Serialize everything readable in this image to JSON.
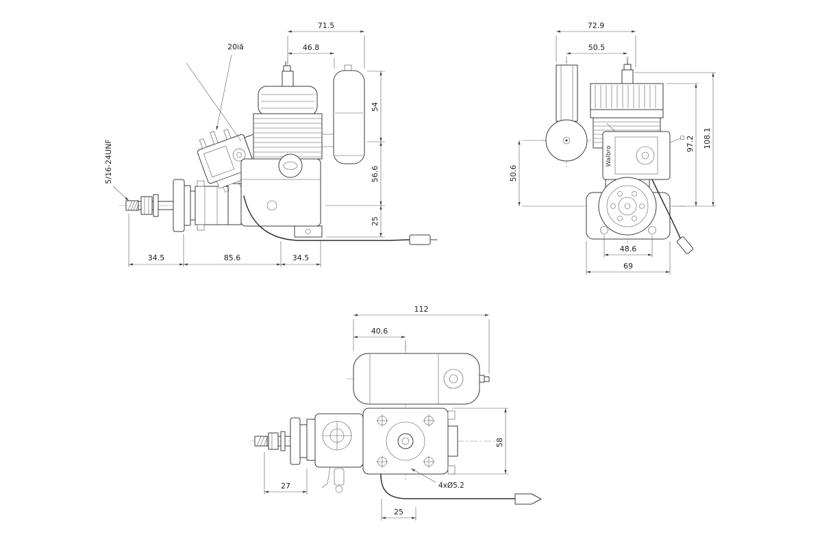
{
  "meta": {
    "background": "#ffffff",
    "line_color": "#3a3a3a",
    "dim_color": "#1d1d1d",
    "drawing_type": "engine-three-view-technical-drawing"
  },
  "side_view": {
    "dims": {
      "overall_top": "71.5",
      "plug_to_muffler": "46.8",
      "carb_angle": "20iã",
      "muffler_height": "54",
      "mid_height": "56.6",
      "lower_height": "25",
      "hub_length": "34.5",
      "case_length": "85.6",
      "rear_length": "34.5",
      "shaft_thread": "5/16-24UNF"
    }
  },
  "front_view": {
    "dims": {
      "overall_top": "72.9",
      "muffler_to_plug": "50.5",
      "muffler_center_height": "50.6",
      "fin_top_height": "97.2",
      "overall_height": "108.1",
      "mount_hole_spacing": "48.6",
      "mount_width": "69"
    },
    "labels": {
      "carb_brand": "Walbro"
    }
  },
  "top_view": {
    "dims": {
      "overall_length": "112",
      "muffler_to_center": "40.6",
      "case_width": "58",
      "shaft_section": "27",
      "center_offset": "25",
      "mount_holes": "4xØ5.2"
    }
  }
}
